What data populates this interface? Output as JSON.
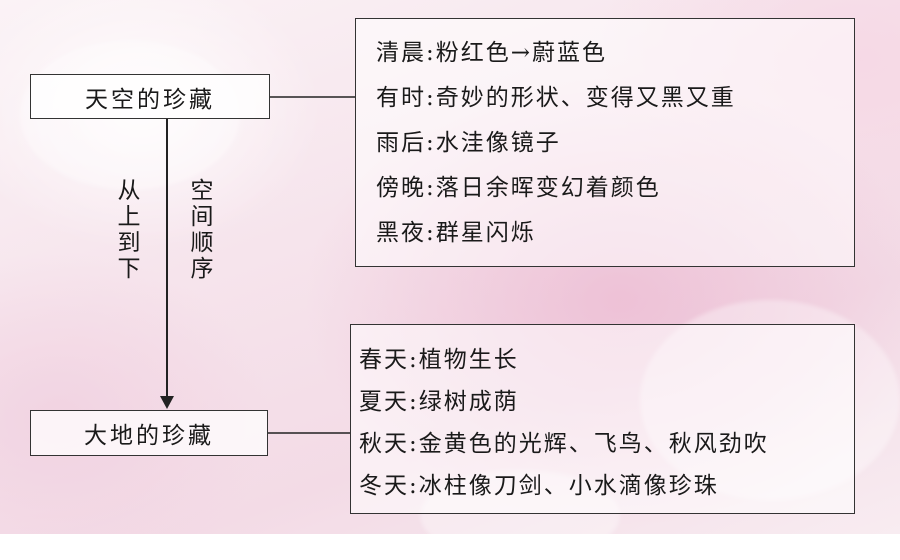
{
  "nodes": {
    "sky": "天空的珍藏",
    "earth": "大地的珍藏"
  },
  "axis_labels": {
    "direction": "从上到下",
    "order": "空间顺序"
  },
  "sky_items": [
    {
      "term": "清晨",
      "detail": "粉红色→蔚蓝色"
    },
    {
      "term": "有时",
      "detail": "奇妙的形状、变得又黑又重"
    },
    {
      "term": "雨后",
      "detail": "水洼像镜子"
    },
    {
      "term": "傍晚",
      "detail": "落日余晖变幻着颜色"
    },
    {
      "term": "黑夜",
      "detail": "群星闪烁"
    }
  ],
  "earth_items": [
    {
      "term": "春天",
      "detail": "植物生长"
    },
    {
      "term": "夏天",
      "detail": "绿树成荫"
    },
    {
      "term": "秋天",
      "detail": "金黄色的光辉、飞鸟、秋风劲吹"
    },
    {
      "term": "冬天",
      "detail": "冰柱像刀剑、小水滴像珍珠"
    }
  ],
  "separator": ":"
}
